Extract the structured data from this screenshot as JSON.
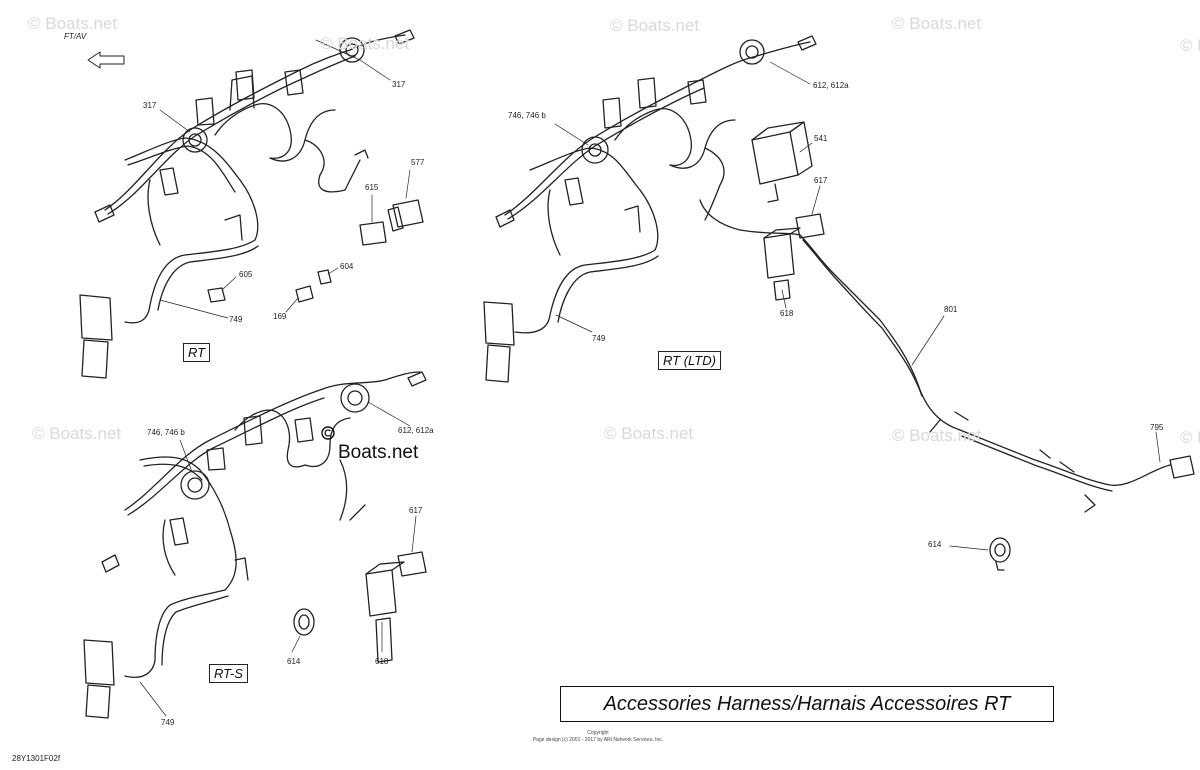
{
  "watermark_text": "© Boats.net",
  "watermark_center_text": "Boats.net",
  "direction_label": "FT/AV",
  "variants": {
    "rt": "RT",
    "rt_ltd": "RT (LTD)",
    "rt_s": "RT-S"
  },
  "callouts": {
    "rt": {
      "c317a": "317",
      "c317b": "317",
      "c577": "577",
      "c615": "615",
      "c605": "605",
      "c604": "604",
      "c169": "169",
      "c749": "749"
    },
    "rt_ltd": {
      "c612": "612, 612a",
      "c746": "746, 746 b",
      "c541": "541",
      "c617": "617",
      "c618": "618",
      "c801": "801",
      "c749": "749",
      "c795": "795",
      "c614": "614"
    },
    "rt_s": {
      "c746": "746, 746 b",
      "c612": "612, 612a",
      "c617": "617",
      "c614": "614",
      "c618": "618",
      "c749": "749"
    }
  },
  "title": "Accessories Harness/Harnais Accessoires RT",
  "copyright_line1": "Copyright",
  "copyright_line2": "Page design (c) 2001 - 2017 by ARI Network Services, Inc.",
  "doc_id": "28Y1301F02f"
}
